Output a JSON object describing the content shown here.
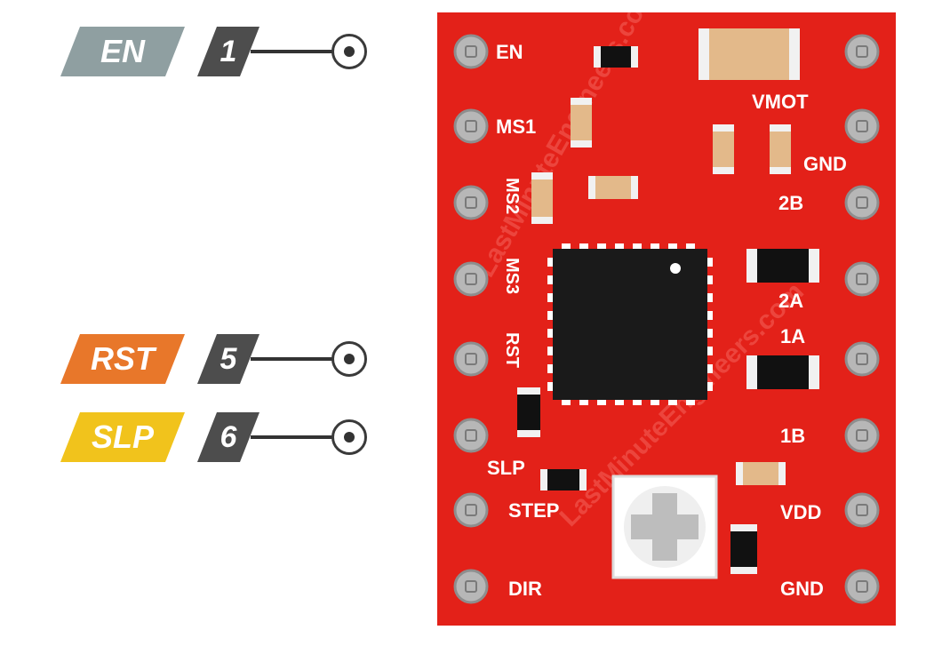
{
  "callouts": [
    {
      "label": "EN",
      "number": "1",
      "color": "#8f9fa1"
    },
    {
      "label": "RST",
      "number": "5",
      "color": "#e8772a"
    },
    {
      "label": "SLP",
      "number": "6",
      "color": "#f1c31c"
    }
  ],
  "board": {
    "color": "#e32119",
    "left_pins": [
      "EN",
      "MS1",
      "MS2",
      "MS3",
      "RST",
      "SLP",
      "STEP",
      "DIR"
    ],
    "right_pins": [
      "VMOT",
      "GND",
      "2B",
      "2A",
      "1A",
      "1B",
      "VDD",
      "GND"
    ],
    "watermark": "LastMinuteEngineers.com"
  }
}
